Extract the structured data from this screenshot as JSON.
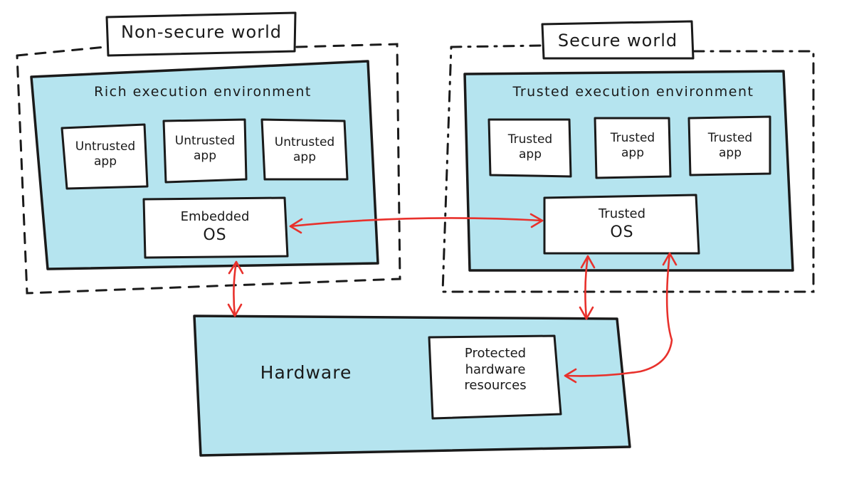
{
  "non_secure_world": {
    "title": "Non-secure world",
    "environment_title": "Rich execution environment",
    "apps": [
      {
        "line1": "Untrusted",
        "line2": "app"
      },
      {
        "line1": "Untrusted",
        "line2": "app"
      },
      {
        "line1": "Untrusted",
        "line2": "app"
      }
    ],
    "os": {
      "line1": "Embedded",
      "line2": "OS"
    }
  },
  "secure_world": {
    "title": "Secure world",
    "environment_title": "Trusted execution environment",
    "apps": [
      {
        "line1": "Trusted",
        "line2": "app"
      },
      {
        "line1": "Trusted",
        "line2": "app"
      },
      {
        "line1": "Trusted",
        "line2": "app"
      }
    ],
    "os": {
      "line1": "Trusted",
      "line2": "OS"
    }
  },
  "hardware": {
    "title": "Hardware",
    "protected_resources": {
      "line1": "Protected",
      "line2": "hardware",
      "line3": "resources"
    }
  },
  "colors": {
    "panel_fill": "#b5e4ef",
    "box_fill": "#ffffff",
    "outline": "#1a1a1a",
    "arrow": "#e8312c"
  }
}
